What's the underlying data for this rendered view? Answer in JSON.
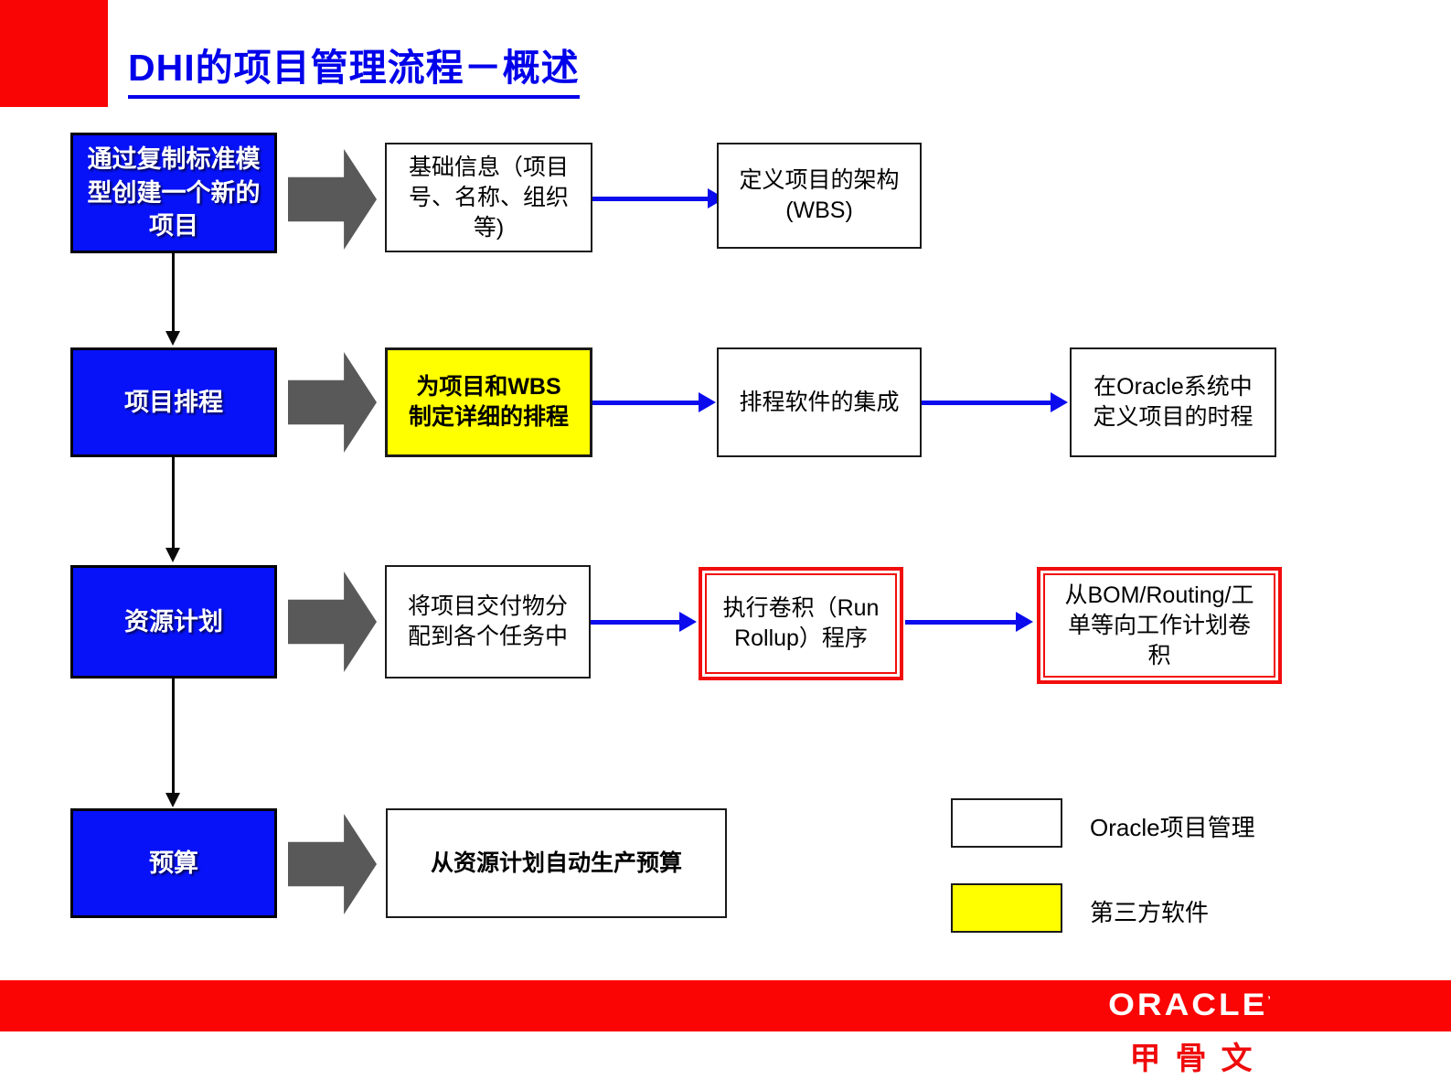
{
  "title": "DHI的项目管理流程－概述",
  "stages": {
    "s1": "通过复制标准模\n型创建一个新的\n项目",
    "s2": "项目排程",
    "s3": "资源计划",
    "s4": "预算"
  },
  "boxes": {
    "basic_info": "基础信息（项目\n号、名称、组织\n等)",
    "define_wbs": "定义项目的架构\n(WBS)",
    "detailed_schedule": "为项目和WBS\n制定详细的排程",
    "schedule_integration": "排程软件的集成",
    "oracle_schedule": "在Oracle系统中\n定义项目的时程",
    "assign_deliverables": "将项目交付物分\n配到各个任务中",
    "run_rollup": "执行卷积（Run\nRollup）程序",
    "bom_routing_rollup": "从BOM/Routing/工\n单等向工作计划卷\n积",
    "auto_budget": "从资源计划自动生产预算"
  },
  "legend": {
    "oracle_label": "Oracle项目管理",
    "third_party_label": "第三方软件"
  },
  "footer": {
    "logo_text": "ORACLE",
    "logo_mark": "’",
    "logo_cn": "甲骨文"
  },
  "colors": {
    "stage_blue": "#0712f8",
    "third_party_yellow": "#ffff00",
    "highlight_red": "#f20d0d",
    "gray_arrow": "#595959",
    "connector_blue": "#0b0bee",
    "title_blue": "#0000ea",
    "footer_red": "#fb0404"
  }
}
